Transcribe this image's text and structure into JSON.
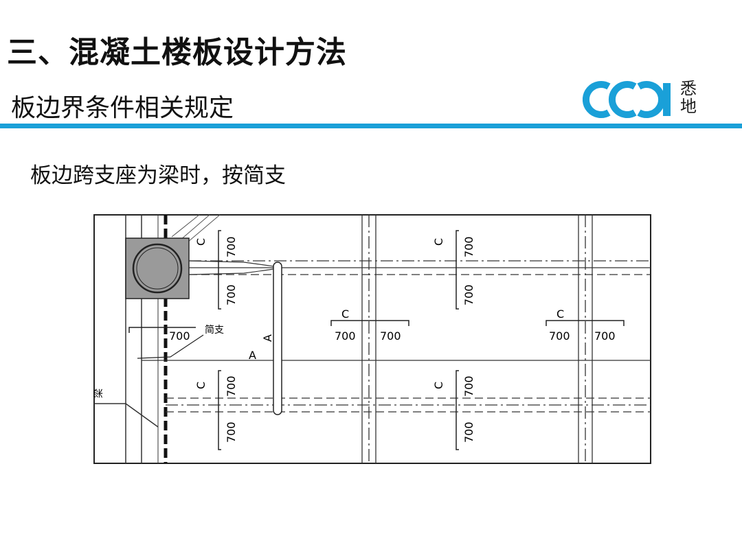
{
  "header": {
    "title": "三、混凝土楼板设计方法",
    "subtitle": "板边界条件相关规定",
    "accent_color": "#1aa0d8"
  },
  "logo": {
    "mark": "CCDI",
    "text_top": "悉",
    "text_bottom": "地",
    "color": "#1aa0d8"
  },
  "content": {
    "statement": "板边跨支座为梁时，按简支"
  },
  "diagram": {
    "c_label": "C",
    "dim_700": "700",
    "a_label": "A",
    "simple_support_label": "简支",
    "beam_label": "梁"
  }
}
